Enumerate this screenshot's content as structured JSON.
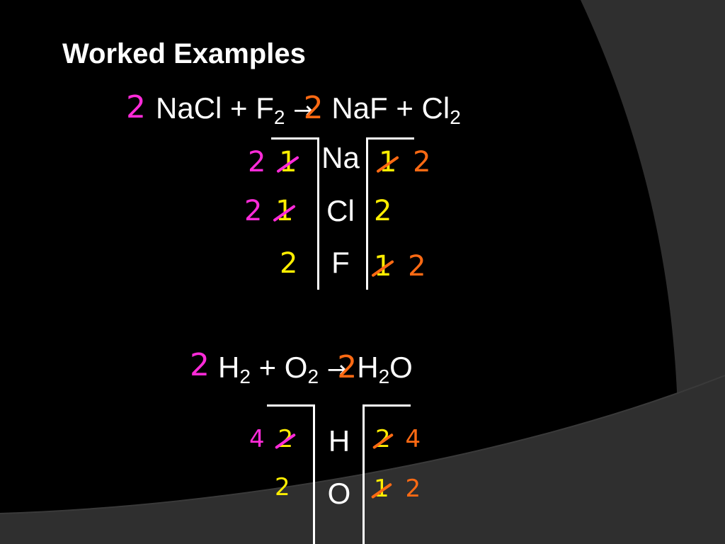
{
  "slide": {
    "title": "Worked Examples"
  },
  "example1": {
    "coefficient": "2",
    "equation": {
      "r1": "NaCl",
      "plus1": "+",
      "r2": "F",
      "r2_sub": "2",
      "arrow": "→",
      "coef_product": "2",
      "p1": "NaF",
      "plus2": "+",
      "p2": "Cl",
      "p2_sub": "2"
    },
    "rows": [
      {
        "element": "Na",
        "left_new": "2",
        "left_old": "1",
        "right_old": "1",
        "right_new": "2"
      },
      {
        "element": "Cl",
        "left_new": "2",
        "left_old": "1",
        "right_new": "2"
      },
      {
        "element": "F",
        "left_new": "2",
        "right_old": "1",
        "right_new": "2"
      }
    ]
  },
  "example2": {
    "coefficient": "2",
    "equation": {
      "r1": "H",
      "r1_sub": "2",
      "plus1": "+",
      "r2": "O",
      "r2_sub": "2",
      "arrow": "→",
      "coef_product": "2",
      "p1": "H",
      "p1_sub": "2",
      "p1_tail": "O"
    },
    "rows": [
      {
        "element": "H",
        "left_new": "4",
        "left_old": "2",
        "right_old": "2",
        "right_new": "4"
      },
      {
        "element": "O",
        "left_new": "2",
        "right_old": "1",
        "right_new": "2"
      }
    ]
  },
  "colors": {
    "background": "#000000",
    "panel_gray": "#2f2f2f",
    "ink_magenta": "#ff2bd9",
    "ink_yellow": "#ffee00",
    "ink_orange": "#ff6a13"
  }
}
